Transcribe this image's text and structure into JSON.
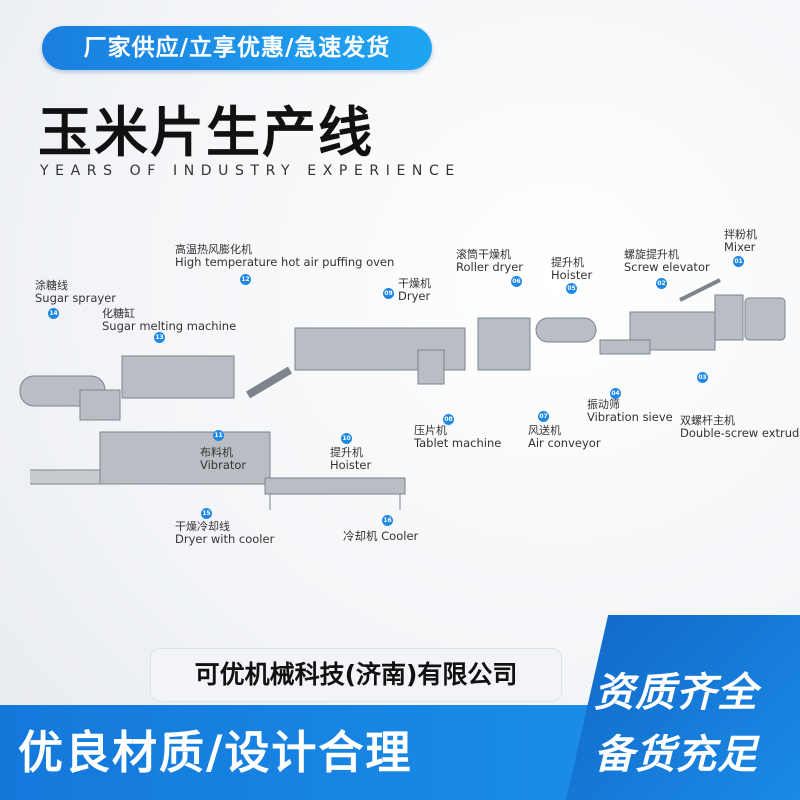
{
  "header": {
    "pill_text": "厂家供应/立享优惠/急速发货",
    "title": "玉米片生产线",
    "subtitle": "YEARS OF INDUSTRY EXPERIENCE"
  },
  "machines": [
    {
      "id": "01",
      "cn": "拌粉机",
      "en": "Mixer"
    },
    {
      "id": "02",
      "cn": "螺旋提升机",
      "en": "Screw elevator"
    },
    {
      "id": "03",
      "cn": "双螺杆主机",
      "en": "Double-screw extruder"
    },
    {
      "id": "04",
      "cn": "振动筛",
      "en": "Vibration sieve"
    },
    {
      "id": "05",
      "cn": "提升机",
      "en": "Hoister"
    },
    {
      "id": "06",
      "cn": "滚筒干燥机",
      "en": "Roller dryer"
    },
    {
      "id": "07",
      "cn": "风送机",
      "en": "Air conveyor"
    },
    {
      "id": "08",
      "cn": "压片机",
      "en": "Tablet machine"
    },
    {
      "id": "09",
      "cn": "干燥机",
      "en": "Dryer"
    },
    {
      "id": "10",
      "cn": "提升机",
      "en": "Hoister"
    },
    {
      "id": "11",
      "cn": "布料机",
      "en": "Vibrator"
    },
    {
      "id": "12",
      "cn": "高温热风膨化机",
      "en": "High temperature hot air puffing oven"
    },
    {
      "id": "13",
      "cn": "化糖缸",
      "en": "Sugar melting machine"
    },
    {
      "id": "14",
      "cn": "涂糖线",
      "en": "Sugar sprayer"
    },
    {
      "id": "15",
      "cn": "干燥冷却线",
      "en": "Dryer with cooler"
    },
    {
      "id": "16",
      "cn": "冷却机",
      "en": "Cooler"
    }
  ],
  "footer": {
    "company": "可优机械科技(济南)有限公司",
    "slogan": "优良材质/设计合理",
    "right_line1": "资质齐全",
    "right_line2": "备货充足"
  },
  "colors": {
    "accent": "#1a85e4",
    "dark": "#111111"
  }
}
